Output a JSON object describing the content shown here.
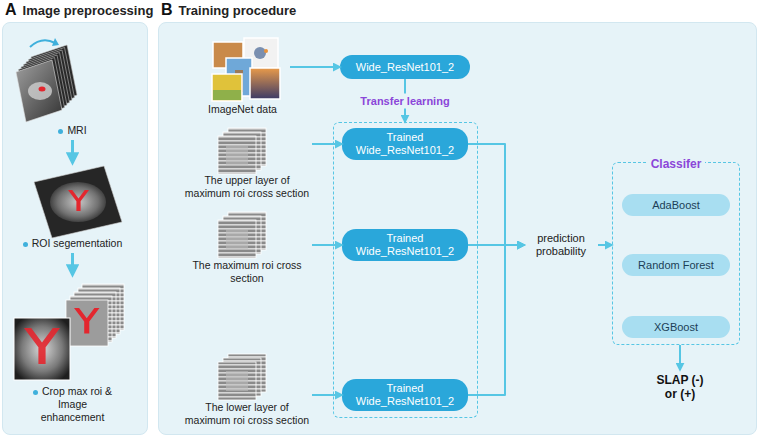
{
  "diagram": {
    "nodes": [
      {
        "text": [
          "A",
          "Image preprocessing"
        ]
      },
      {
        "text": [
          "MRI"
        ],
        "in": 0
      },
      {
        "text": [
          "ROI segementation"
        ],
        "in": 0
      },
      {
        "text": [
          "Crop max roi & Image enhancement"
        ],
        "in": 0
      },
      {
        "text": [
          "B",
          "Training procedure"
        ]
      },
      {
        "text": [
          "ImageNet data"
        ],
        "in": 4
      },
      {
        "text": [
          "Wide_ResNet101_2"
        ],
        "in": 4
      },
      {
        "text": [],
        "in": 4
      },
      {
        "text": [
          "The upper layer of maximum roi cross section"
        ],
        "in": 4
      },
      {
        "text": [
          "Trained Wide_ResNet101_2"
        ],
        "in": 7
      },
      {
        "text": [
          "The maximum roi cross section"
        ],
        "in": 4
      },
      {
        "text": [
          "Trained Wide_ResNet101_2"
        ],
        "in": 7
      },
      {
        "text": [
          "The lower layer of maximum roi cross section"
        ],
        "in": 4
      },
      {
        "text": [
          "Trained Wide_ResNet101_2"
        ],
        "in": 7
      },
      {
        "text": [
          "prediction probability"
        ],
        "in": 4
      },
      {
        "text": [
          "Classifer"
        ],
        "in": 4
      },
      {
        "text": [
          "AdaBoost"
        ],
        "in": 15
      },
      {
        "text": [
          "Random Forest"
        ],
        "in": 15
      },
      {
        "text": [
          "XGBoost"
        ],
        "in": 15
      },
      {
        "text": [
          "SLAP (-) or (+)"
        ],
        "in": 4
      }
    ],
    "edges": [
      {
        "from": 1,
        "to": 2,
        "arrow": "to"
      },
      {
        "from": 2,
        "to": 3,
        "arrow": "to"
      },
      {
        "from": 5,
        "to": 6,
        "arrow": "to"
      },
      {
        "from": 6,
        "to": 7,
        "label": "Transfer learning",
        "arrow": "to"
      },
      {
        "from": 8,
        "to": 9,
        "arrow": "to"
      },
      {
        "from": 10,
        "to": 11,
        "arrow": "to"
      },
      {
        "from": 12,
        "to": 13,
        "arrow": "to"
      },
      {
        "from": 9,
        "to": 14,
        "arrow": "to"
      },
      {
        "from": 11,
        "to": 14,
        "arrow": "to"
      },
      {
        "from": 13,
        "to": 14,
        "arrow": "to"
      },
      {
        "from": 14,
        "to": 15,
        "arrow": "to"
      },
      {
        "from": 15,
        "to": 19,
        "arrow": "to"
      }
    ]
  }
}
